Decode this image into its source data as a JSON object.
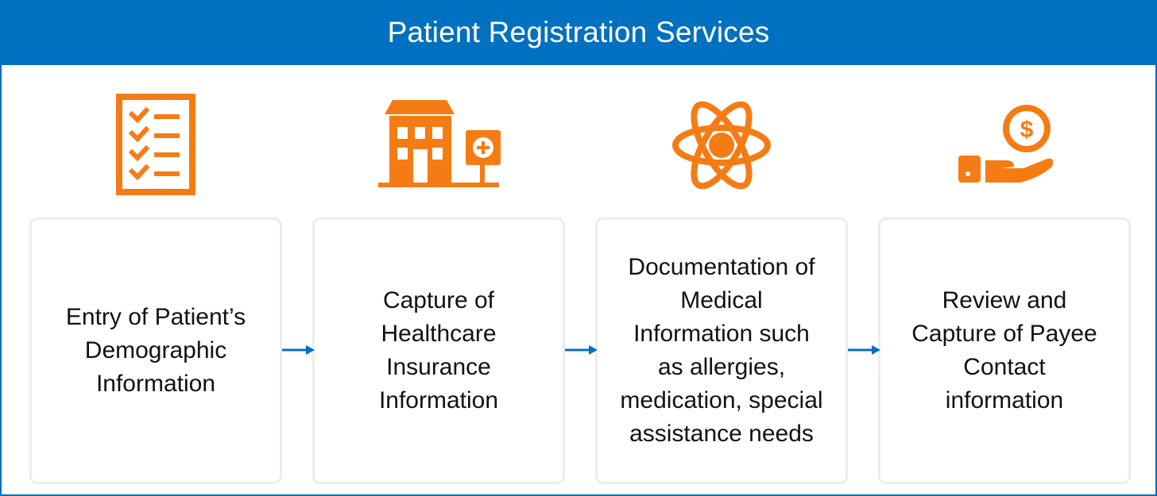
{
  "header": {
    "title": "Patient Registration Services"
  },
  "colors": {
    "header": "#0070c0",
    "icon": "#f57c14",
    "arrow": "#0070c0"
  },
  "steps": [
    {
      "icon": "checklist-icon",
      "label": "Entry of Patient’s\nDemographic\nInformation"
    },
    {
      "icon": "hospital-icon",
      "label": "Capture of\nHealthcare\nInsurance\nInformation"
    },
    {
      "icon": "atom-icon",
      "label": "Documentation of\nMedical\nInformation such\nas allergies,\nmedication, special\nassistance needs"
    },
    {
      "icon": "hand-coin-icon",
      "label": "Review and\nCapture of Payee\nContact\ninformation"
    }
  ]
}
